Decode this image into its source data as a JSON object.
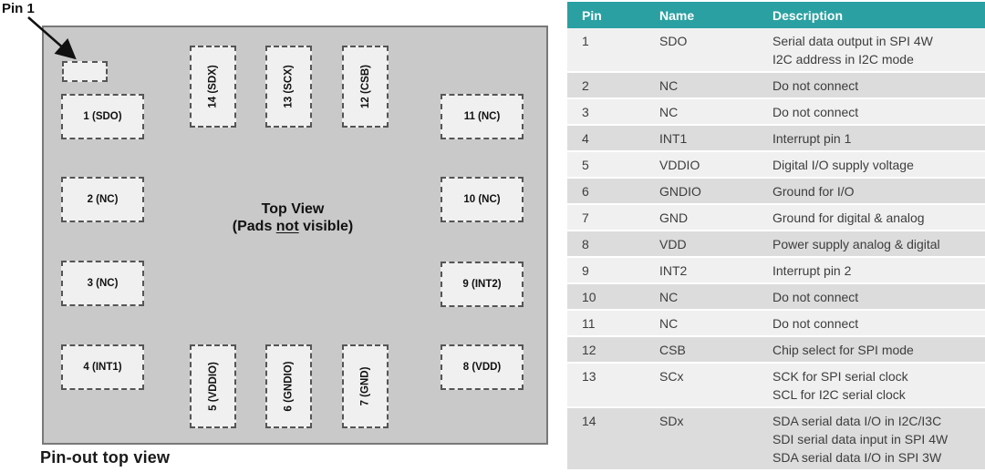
{
  "colors": {
    "header_teal": "#2AA0A2",
    "row_light": "#F0F0F1",
    "row_dark": "#DCDCDD",
    "chip_fill": "#C9C9C9",
    "pad_fill": "#F0F0F0"
  },
  "diagram": {
    "pin1_label": "Pin 1",
    "caption": "Pin-out top view",
    "center": {
      "line1": "Top View",
      "line2_prefix": "(Pads ",
      "line2_underlined": "not",
      "line2_suffix": " visible)"
    },
    "pads": {
      "p1": "1 (SDO)",
      "p2": "2 (NC)",
      "p3": "3 (NC)",
      "p4": "4 (INT1)",
      "p5": "5 (VDDIO)",
      "p6": "6 (GNDIO)",
      "p7": "7 (GND)",
      "p8": "8 (VDD)",
      "p9": "9 (INT2)",
      "p10": "10 (NC)",
      "p11": "11 (NC)",
      "p12": "12 (CSB)",
      "p13": "13 (SCX)",
      "p14": "14 (SDX)"
    }
  },
  "table": {
    "headers": [
      "Pin",
      "Name",
      "Description"
    ],
    "rows": [
      {
        "pin": "1",
        "name": "SDO",
        "description": "Serial data output in SPI 4W\nI2C address in I2C mode"
      },
      {
        "pin": "2",
        "name": "NC",
        "description": "Do not connect"
      },
      {
        "pin": "3",
        "name": "NC",
        "description": "Do not connect"
      },
      {
        "pin": "4",
        "name": "INT1",
        "description": "Interrupt pin 1"
      },
      {
        "pin": "5",
        "name": "VDDIO",
        "description": "Digital I/O supply voltage"
      },
      {
        "pin": "6",
        "name": "GNDIO",
        "description": "Ground for I/O"
      },
      {
        "pin": "7",
        "name": "GND",
        "description": "Ground for digital & analog"
      },
      {
        "pin": "8",
        "name": "VDD",
        "description": "Power supply analog & digital"
      },
      {
        "pin": "9",
        "name": "INT2",
        "description": "Interrupt pin 2"
      },
      {
        "pin": "10",
        "name": "NC",
        "description": "Do not connect"
      },
      {
        "pin": "11",
        "name": "NC",
        "description": "Do not connect"
      },
      {
        "pin": "12",
        "name": "CSB",
        "description": "Chip select for SPI mode"
      },
      {
        "pin": "13",
        "name": "SCx",
        "description": "SCK for SPI serial clock\nSCL for I2C serial clock"
      },
      {
        "pin": "14",
        "name": "SDx",
        "description": "SDA serial data I/O in I2C/I3C\nSDI serial data input in SPI 4W\nSDA serial data I/O in SPI 3W"
      }
    ]
  }
}
